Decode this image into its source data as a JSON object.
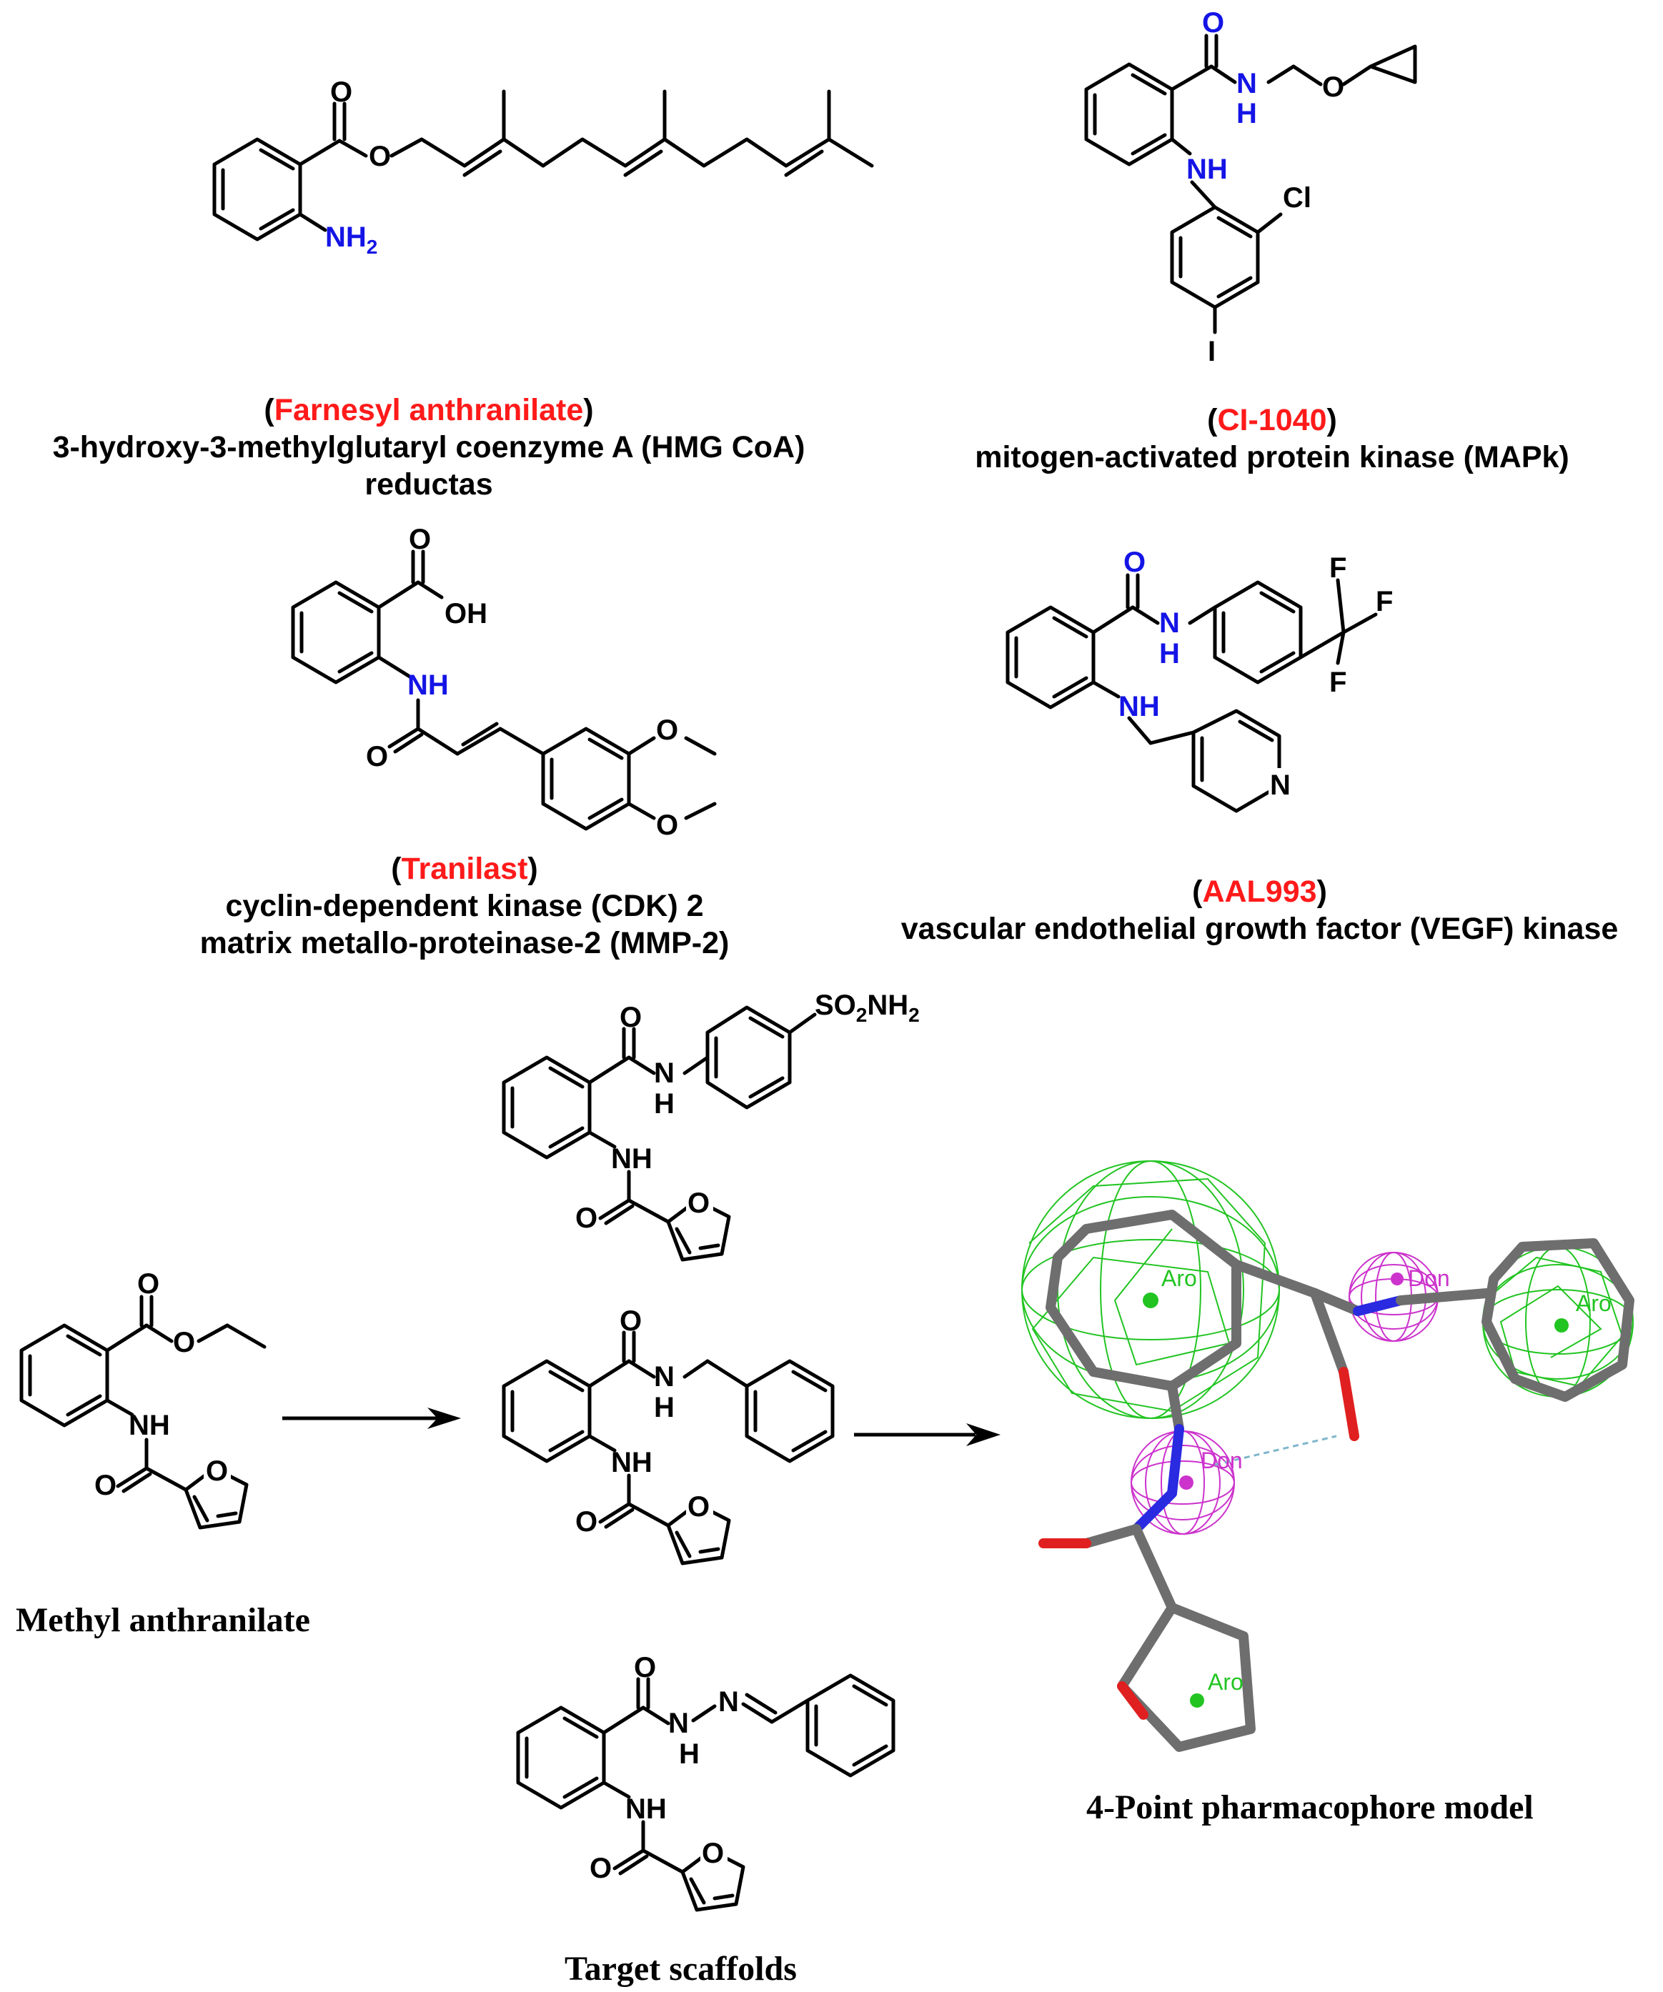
{
  "compounds": {
    "farnesyl": {
      "name": "Farnesyl anthranilate",
      "target": "3-hydroxy-3-methylglutaryl coenzyme A (HMG CoA)",
      "target2": "reductas"
    },
    "ci1040": {
      "name": "CI-1040",
      "target": "mitogen-activated protein kinase (MAPk)"
    },
    "tranilast": {
      "name": "Tranilast",
      "target": "cyclin-dependent kinase (CDK) 2",
      "target2": "matrix metallo-proteinase-2 (MMP-2)"
    },
    "aal993": {
      "name": "AAL993",
      "target": "vascular endothelial growth factor (VEGF) kinase"
    }
  },
  "atoms": {
    "O": "O",
    "N": "N",
    "H": "H",
    "NH": "NH",
    "NH2": "NH",
    "sub2": "2",
    "OH": "OH",
    "Cl": "Cl",
    "I": "I",
    "F": "F",
    "SO2NH2_a": "SO",
    "SO2NH2_b": "NH"
  },
  "scheme": {
    "start_label": "Methyl anthranilate",
    "scaffolds_label": "Target scaffolds",
    "model_label": "4-Point pharmacophore model"
  },
  "pharmacophore": {
    "features": [
      "Aro",
      "Don",
      "Aro",
      "Don",
      "Aro"
    ],
    "colors": {
      "aromatic": "#22c422",
      "donor": "#cc33cc",
      "carbon": "#6e6e6e",
      "nitrogen": "#2a2ae0",
      "oxygen": "#e02020"
    }
  }
}
